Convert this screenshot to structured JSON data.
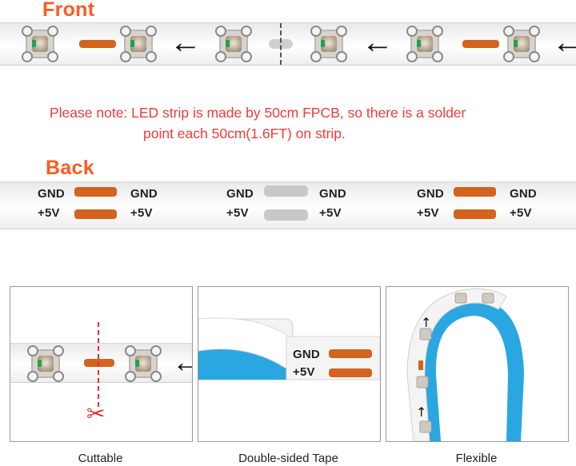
{
  "front_heading": "Front",
  "back_heading": "Back",
  "note": {
    "line1": "Please note: LED strip is made by 50cm FPCB, so there is a solder",
    "line2": "point each 50cm(1.6FT) on strip."
  },
  "back_labels": {
    "gnd": "GND",
    "v5": "+5V"
  },
  "captions": {
    "cuttable": "Cuttable",
    "tape": "Double-sided Tape",
    "flexible": "Flexible"
  },
  "colors": {
    "heading": "#ff5a1f",
    "note": "#ef3b3b",
    "pad": "#d4631d",
    "tape_blue": "#2aa7e0"
  }
}
